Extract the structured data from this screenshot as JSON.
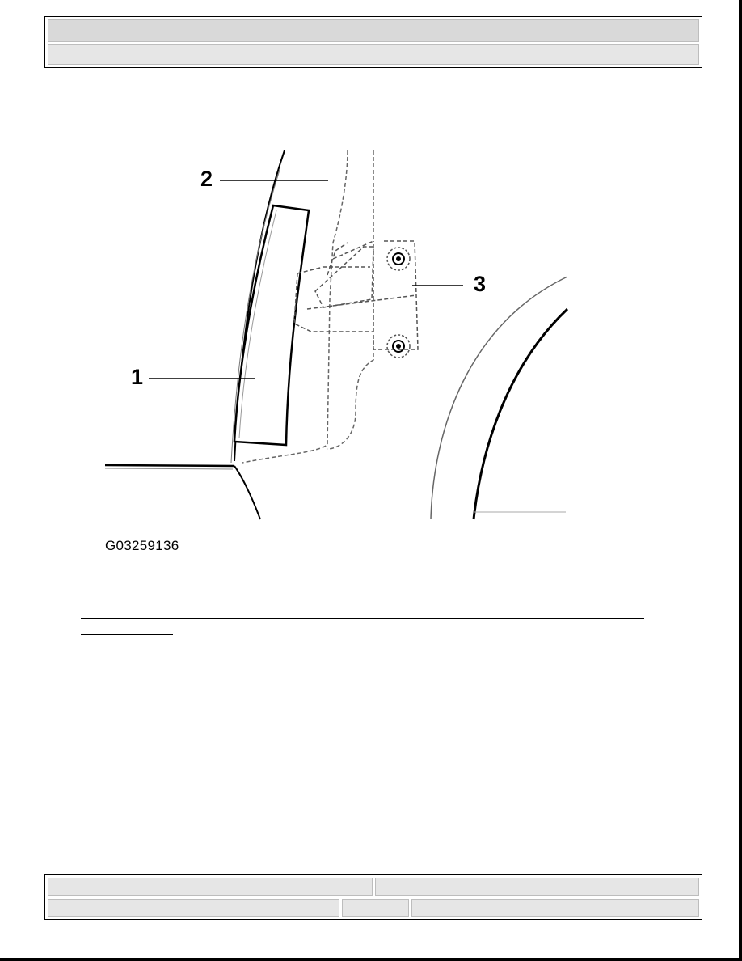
{
  "header": {
    "title": "",
    "subtitle": ""
  },
  "figure": {
    "callouts": [
      "1",
      "2",
      "3"
    ],
    "figure_id": "G03259136"
  },
  "footer": {
    "left_top": "",
    "right_top": "",
    "left_bottom": "",
    "middle_bottom": "",
    "right_bottom": ""
  }
}
